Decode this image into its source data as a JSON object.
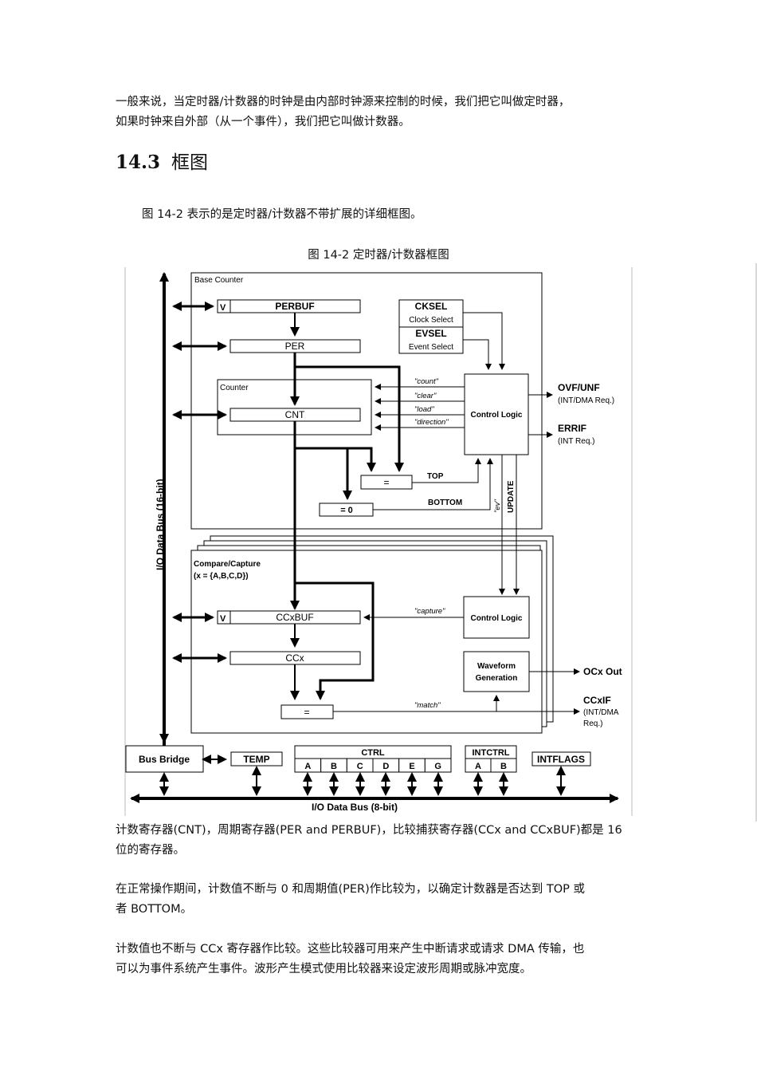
{
  "intro": {
    "line1": "一般来说，当定时器/计数器的时钟是由内部时钟源来控制的时候，我们把它叫做定时器，",
    "line2": "如果时钟来自外部（从一个事件），我们把它叫做计数器。"
  },
  "section": {
    "number": "14.3",
    "title": "框图"
  },
  "lead": "图 14-2 表示的是定时器/计数器不带扩展的详细框图。",
  "figure_caption": "图 14-2 定时器/计数器框图",
  "diagram": {
    "bus16_label": "I/O Data Bus (16-bit)",
    "bus8_label": "I/O Data Bus (8-bit)",
    "base_counter_title": "Base Counter",
    "v_label": "V",
    "perbuf": "PERBUF",
    "per": "PER",
    "counter_title": "Counter",
    "cnt": "CNT",
    "cksel": "CKSEL",
    "cksel_sub": "Clock Select",
    "evsel": "EVSEL",
    "evsel_sub": "Event Select",
    "control_logic": "Control Logic",
    "sig_count": "\"count\"",
    "sig_clear": "\"clear\"",
    "sig_load": "\"load\"",
    "sig_direction": "\"direction\"",
    "ovf": "OVF/UNF",
    "ovf_sub": "(INT/DMA Req.)",
    "errif": "ERRIF",
    "errif_sub": "(INT Req.)",
    "eq": "=",
    "eq0": "= 0",
    "top": "TOP",
    "bottom": "BOTTOM",
    "ev": "\"ev\"",
    "update": "UPDATE",
    "cc_title": "Compare/Capture",
    "cc_sub": "(x = {A,B,C,D})",
    "ccxbuf": "CCxBUF",
    "ccx": "CCx",
    "sig_capture": "\"capture\"",
    "control_logic2": "Control Logic",
    "waveform1": "Waveform",
    "waveform2": "Generation",
    "ocx": "OCx Out",
    "sig_match": "\"match\"",
    "ccxif": "CCxIF",
    "ccxif_sub1": "(INT/DMA",
    "ccxif_sub2": "Req.)",
    "bus_bridge": "Bus Bridge",
    "temp": "TEMP",
    "ctrl": "CTRL",
    "ctrl_cells": [
      "A",
      "B",
      "C",
      "D",
      "E",
      "G"
    ],
    "intctrl": "INTCTRL",
    "intctrl_cells": [
      "A",
      "B"
    ],
    "intflags": "INTFLAGS"
  },
  "para1": {
    "line1": "计数寄存器(CNT)，周期寄存器(PER and PERBUF)，比较捕获寄存器(CCx and CCxBUF)都是 16",
    "line2": "位的寄存器。"
  },
  "para2": {
    "line1": "在正常操作期间，计数值不断与 0 和周期值(PER)作比较为，以确定计数器是否达到 TOP  或",
    "line2": "者  BOTTOM。"
  },
  "para3": {
    "line1": "计数值也不断与 CCx 寄存器作比较。这些比较器可用来产生中断请求或请求 DMA 传输，也",
    "line2": "可以为事件系统产生事件。波形产生模式使用比较器来设定波形周期或脉冲宽度。"
  }
}
